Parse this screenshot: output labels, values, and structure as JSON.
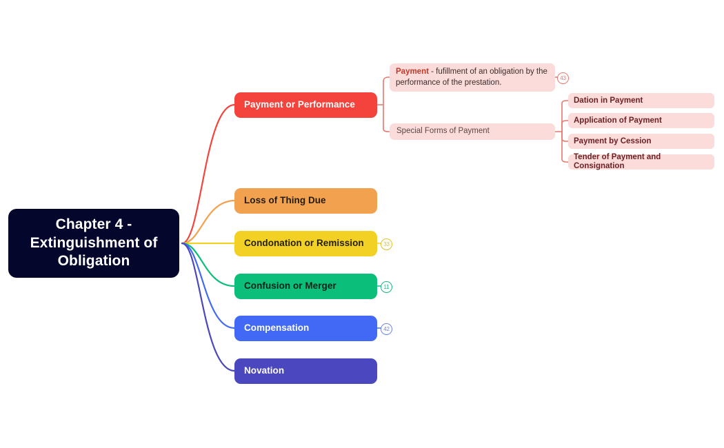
{
  "mindmap": {
    "root": {
      "label": "Chapter 4 -\nExtinguishment of\nObligation",
      "color": "#05062B"
    },
    "branches": [
      {
        "label": "Payment or Performance",
        "color": "#F4433C",
        "text_color": "#FFFFFF",
        "badge": null
      },
      {
        "label": "Loss of Thing Due",
        "color": "#F2A14E",
        "text_color": "#231A10",
        "badge": null
      },
      {
        "label": "Condonation or Remission",
        "color": "#F2D024",
        "text_color": "#231E06",
        "badge": "33"
      },
      {
        "label": "Confusion or Merger",
        "color": "#0BBE79",
        "text_color": "#07231A",
        "badge": "11"
      },
      {
        "label": "Compensation",
        "color": "#4169F5",
        "text_color": "#FFFFFF",
        "badge": "42"
      },
      {
        "label": "Novation",
        "color": "#4B47BE",
        "text_color": "#FFFFFF",
        "badge": null
      }
    ],
    "payment_children": [
      {
        "label_bold": "Payment",
        "label_rest": " - fufillment of an obligation by the performance of the prestation.",
        "badge": "43"
      },
      {
        "label": "Special Forms of Payment",
        "badge": null
      }
    ],
    "special_forms_children": [
      {
        "label": "Dation in Payment"
      },
      {
        "label": "Application of Payment"
      },
      {
        "label": "Payment by Cession"
      },
      {
        "label": "Tender of Payment and Consignation"
      }
    ],
    "colors": {
      "sub_node_bg": "#FBDCDA",
      "sub_connector": "#E8776E",
      "canvas_bg": "#FFFFFF"
    }
  }
}
